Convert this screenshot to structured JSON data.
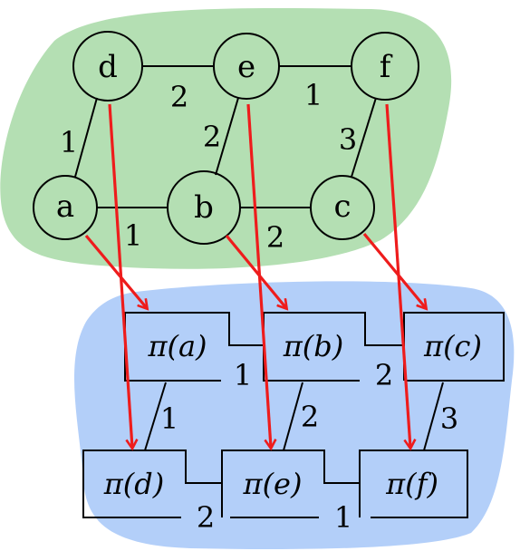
{
  "colors": {
    "top_region": "#b4dfb3",
    "bottom_region": "#b3cff9",
    "arrow": "#ee1c1c",
    "stroke": "#000000"
  },
  "graph": {
    "nodes": {
      "a": "a",
      "b": "b",
      "c": "c",
      "d": "d",
      "e": "e",
      "f": "f"
    },
    "edge_weights": {
      "d_e": "2",
      "e_f": "1",
      "d_a": "1",
      "e_b": "2",
      "f_c": "3",
      "a_b": "1",
      "b_c": "2"
    }
  },
  "embedding": {
    "boxes": {
      "a": "π(a)",
      "b": "π(b)",
      "c": "π(c)",
      "d": "π(d)",
      "e": "π(e)",
      "f": "π(f)"
    },
    "edge_weights": {
      "a_b": "1",
      "b_c": "2",
      "a_d": "1",
      "b_e": "2",
      "c_f": "3",
      "d_e": "2",
      "e_f": "1"
    }
  }
}
